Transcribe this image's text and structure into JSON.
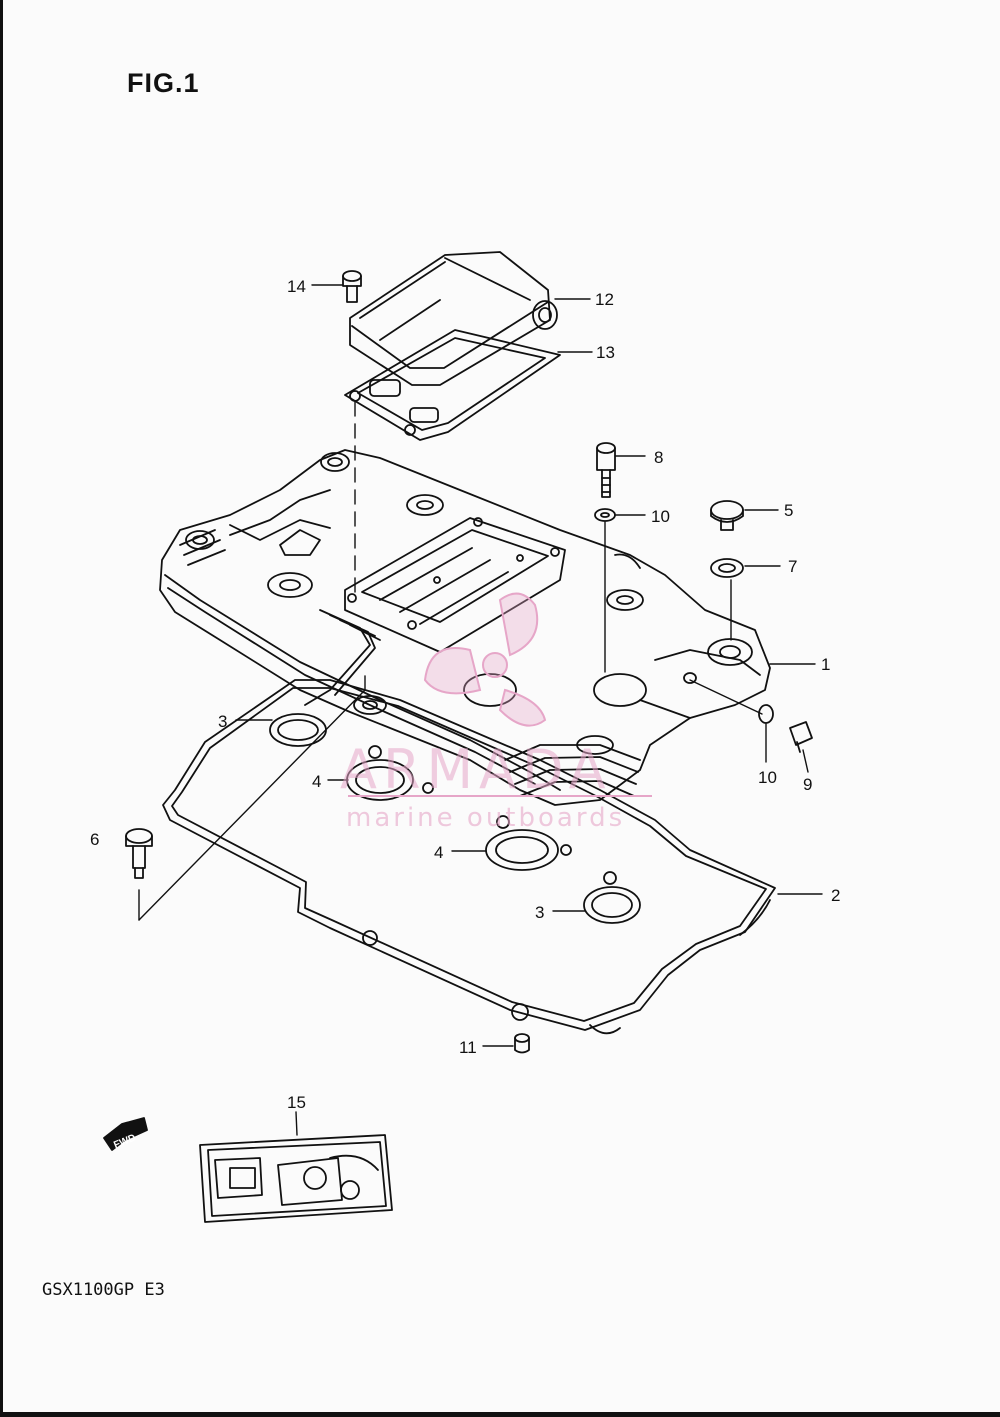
{
  "figure": {
    "title": "FIG.1"
  },
  "model": {
    "code": "GSX1100GP  E3"
  },
  "callouts": [
    "14",
    "12",
    "13",
    "8",
    "10",
    "5",
    "7",
    "1",
    "3",
    "10",
    "9",
    "4",
    "4",
    "6",
    "3",
    "2",
    "11",
    "15"
  ],
  "fwd_label": "FWD",
  "watermark": {
    "brand": "ARMADA",
    "tagline": "marine outboards",
    "color": "#e6a6c8"
  }
}
